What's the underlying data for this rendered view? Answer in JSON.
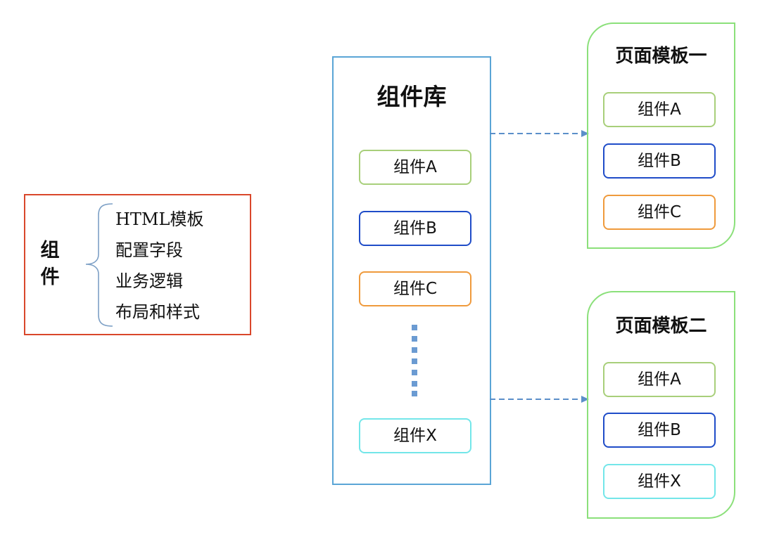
{
  "definition": {
    "title": "组\n件",
    "items": [
      "HTML模板",
      "配置字段",
      "业务逻辑",
      "布局和样式"
    ]
  },
  "library": {
    "title": "组件库",
    "components": [
      {
        "label": "组件A",
        "color": "#a8cf7a"
      },
      {
        "label": "组件B",
        "color": "#1f4cc8"
      },
      {
        "label": "组件C",
        "color": "#ef9a3c"
      },
      {
        "label": "组件X",
        "color": "#73e6e9"
      }
    ]
  },
  "templates": [
    {
      "title": "页面模板一",
      "components": [
        {
          "label": "组件A",
          "color": "#a8cf7a"
        },
        {
          "label": "组件B",
          "color": "#1f4cc8"
        },
        {
          "label": "组件C",
          "color": "#ef9a3c"
        }
      ]
    },
    {
      "title": "页面模板二",
      "components": [
        {
          "label": "组件A",
          "color": "#a8cf7a"
        },
        {
          "label": "组件B",
          "color": "#1f4cc8"
        },
        {
          "label": "组件X",
          "color": "#73e6e9"
        }
      ]
    }
  ],
  "colors": {
    "definition_border": "#d9472b",
    "library_border": "#5aa5d6",
    "template_border": "#8be07a",
    "arrow": "#5b8fc9",
    "ellipsis": "#6b9bd2"
  }
}
